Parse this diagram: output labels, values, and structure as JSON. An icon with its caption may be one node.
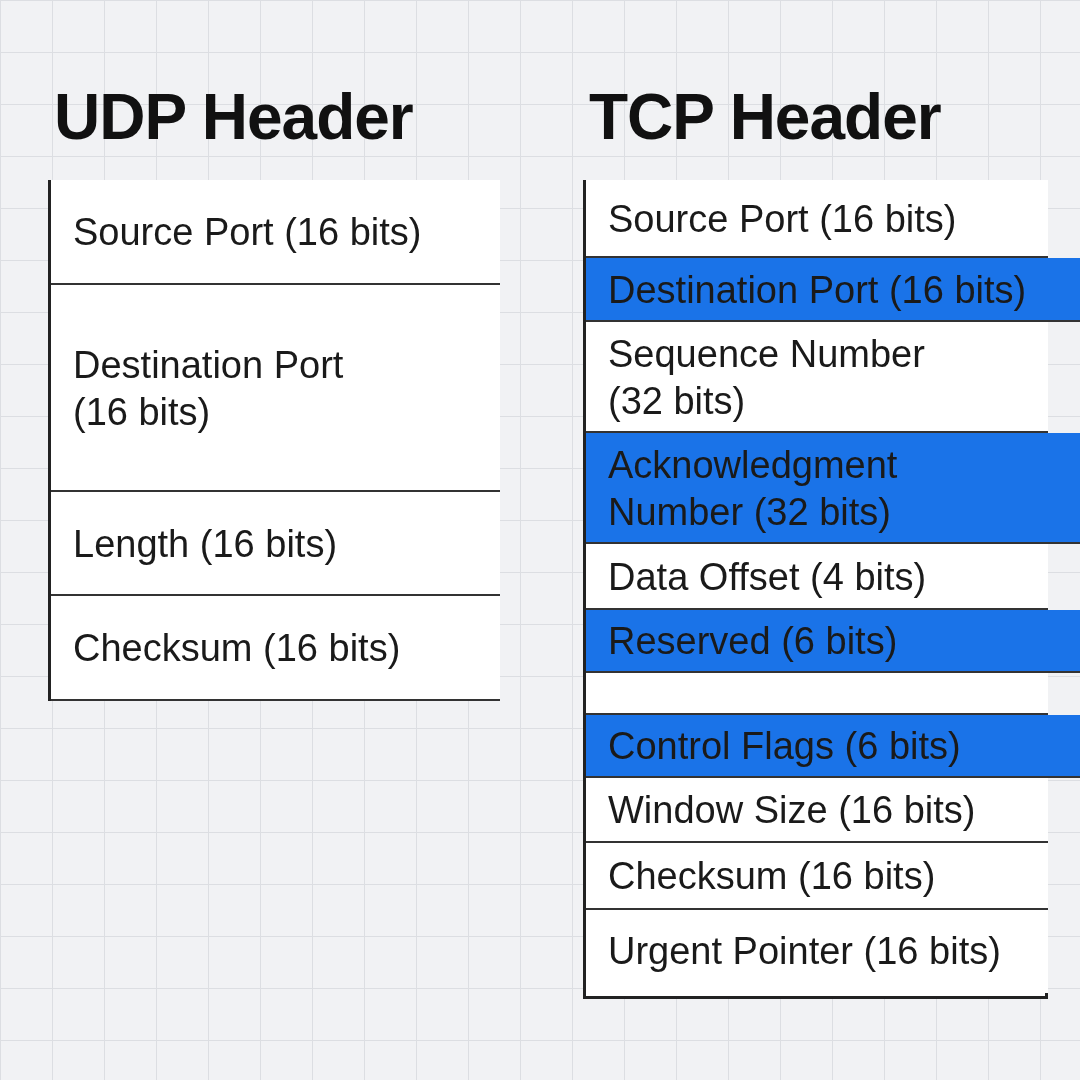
{
  "diagram": {
    "nodes": [
      {
        "text": [
          "UDP Header"
        ]
      },
      {
        "text": [
          "Source Port (16 bits)"
        ],
        "in": 0
      },
      {
        "text": [
          "Destination Port (16 bits)"
        ],
        "in": 0
      },
      {
        "text": [
          "Length (16 bits)"
        ],
        "in": 0
      },
      {
        "text": [
          "Checksum (16 bits)"
        ],
        "in": 0
      },
      {
        "text": [
          "TCP Header"
        ]
      },
      {
        "text": [
          "Source Port (16 bits)"
        ],
        "in": 5
      },
      {
        "text": [
          "Destination Port (16 bits)"
        ],
        "in": 5
      },
      {
        "text": [
          "Sequence Number (32 bits)"
        ],
        "in": 5
      },
      {
        "text": [
          "Acknowledgment Number (32 bits)"
        ],
        "in": 5
      },
      {
        "text": [
          "Data Offset (4 bits)"
        ],
        "in": 5
      },
      {
        "text": [
          "Reserved (6 bits)"
        ],
        "in": 5
      },
      {
        "text": [],
        "shape": "box",
        "in": 5
      },
      {
        "text": [
          "Control Flags (6 bits)"
        ],
        "in": 5
      },
      {
        "text": [
          "Window Size (16 bits)"
        ],
        "in": 5
      },
      {
        "text": [
          "Checksum (16 bits)"
        ],
        "in": 5
      },
      {
        "text": [
          "Urgent Pointer (16 bits)"
        ],
        "in": 5
      }
    ]
  }
}
